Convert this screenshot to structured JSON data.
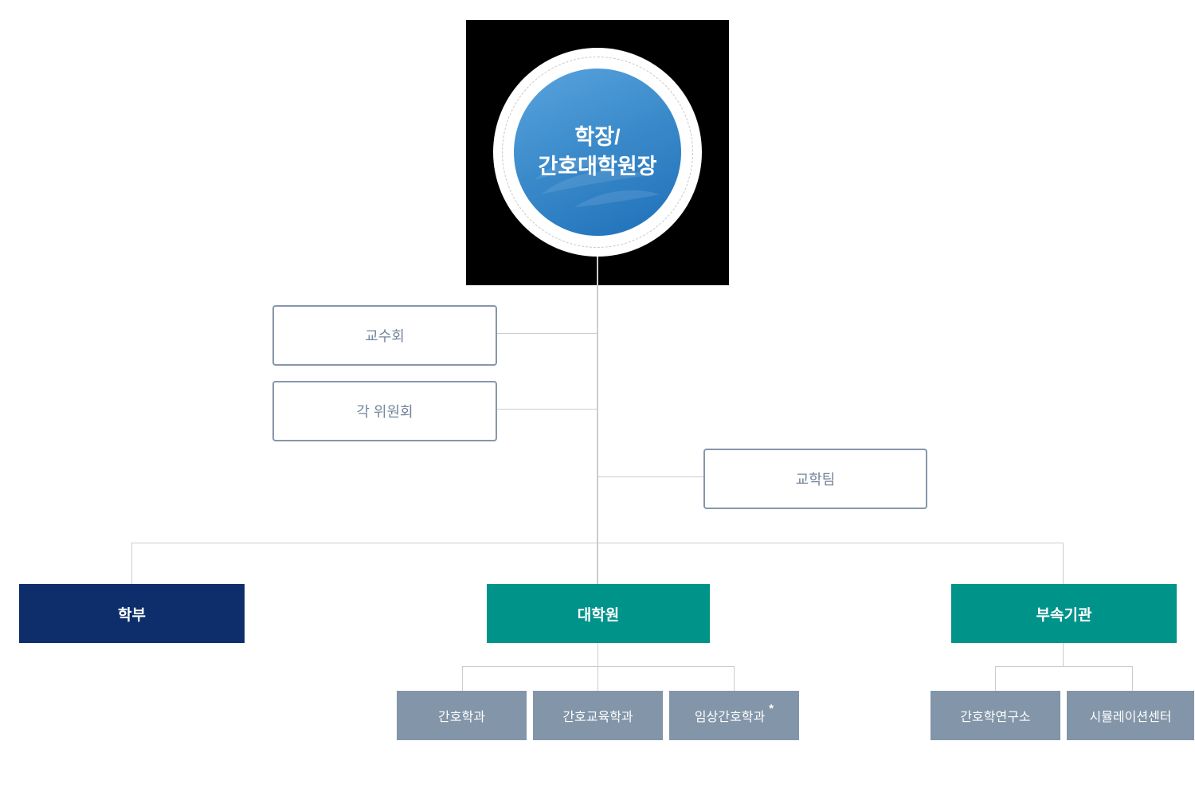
{
  "org_chart": {
    "root": {
      "line1": "학장/",
      "line2": "간호대학원장"
    },
    "advisory_nodes": [
      {
        "label": "교수회"
      },
      {
        "label": "각 위원회"
      }
    ],
    "staff_node": {
      "label": "교학팀"
    },
    "divisions": [
      {
        "label": "학부",
        "color": "#0d2e6b"
      },
      {
        "label": "대학원",
        "color": "#00938a"
      },
      {
        "label": "부속기관",
        "color": "#00938a"
      }
    ],
    "graduate_departments": [
      {
        "label": "간호학과"
      },
      {
        "label": "간호교육학과"
      },
      {
        "label": "임상간호학과",
        "suffix": "*"
      }
    ],
    "affiliated_units": [
      {
        "label": "간호학연구소"
      },
      {
        "label": "시뮬레이션센터"
      }
    ],
    "colors": {
      "root_circle_gradient_start": "#5aa4de",
      "root_circle_gradient_end": "#1f6fba",
      "root_frame": "#000000",
      "navy": "#0d2e6b",
      "teal": "#00938a",
      "slate_gray": "#8295a9",
      "outline_border": "#8896ac",
      "outline_text": "#74869d",
      "connector": "#cccccc"
    }
  }
}
